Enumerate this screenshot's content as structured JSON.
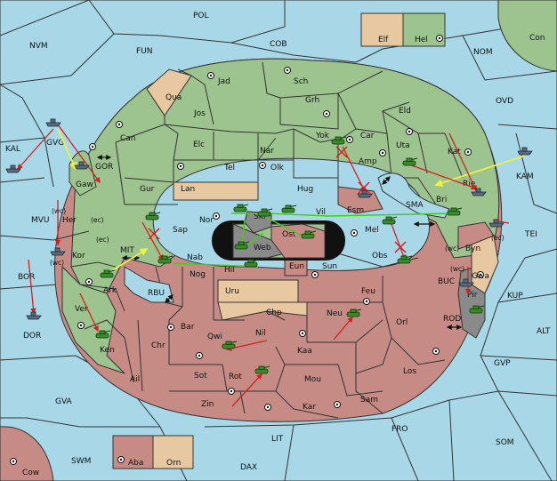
{
  "colors": {
    "sea": "#a8d8e8",
    "green": "#9dc38f",
    "red": "#c68b84",
    "tan": "#e8c8a0",
    "grey": "#8a8a8a",
    "arrow_red": "#d42020",
    "arrow_green": "#44cc22",
    "arrow_yellow": "#f0f040"
  },
  "labels": {
    "pol": "POL",
    "nvm": "NVM",
    "fun": "FUN",
    "cob": "COB",
    "nom": "NOM",
    "con": "Con",
    "elf": "Elf",
    "hel": "Hel",
    "ovd": "OVD",
    "kal": "KAL",
    "kam": "KAM",
    "tei": "TEI",
    "bor": "BOR",
    "dor": "DOR",
    "mvu": "MVU",
    "mit": "MIT",
    "rbu": "RBU",
    "sma": "SMA",
    "buc": "BUC",
    "rod": "ROD",
    "kup": "KUP",
    "alt": "ALT",
    "gvp": "GVP",
    "gva": "GVA",
    "fro": "FRO",
    "som": "SOM",
    "lit": "LIT",
    "swm": "SWM",
    "dax": "DAX",
    "cow": "Cow",
    "aba": "Aba",
    "orn": "Orn",
    "gor": "GOR",
    "gvg": "GVG",
    "jad": "Jad",
    "sch": "Sch",
    "qua": "Qua",
    "jos": "Jos",
    "grh": "Grh",
    "eld": "Eld",
    "can": "Can",
    "elc": "Elc",
    "nar": "Nar",
    "yok": "Yok",
    "car": "Car",
    "uta": "Uta",
    "kat": "Kat",
    "tel": "Tel",
    "olk": "Olk",
    "amp": "Amp",
    "gur": "Gur",
    "lan": "Lan",
    "hug": "Hug",
    "rie": "Rie",
    "bri": "Bri",
    "esm": "Esm",
    "gaw": "Gaw",
    "her": "Her",
    "sap": "Sap",
    "nor": "Nor",
    "skr": "Skr",
    "vil": "Vil",
    "web": "Web",
    "ost": "Ost",
    "mel": "Mel",
    "byn": "Byn",
    "kor": "Kor",
    "nab": "Nab",
    "eun": "Eun",
    "sun": "Sun",
    "obs": "Obs",
    "gwa": "Gwa",
    "ark": "Ark",
    "nog": "Nog",
    "hil": "Hil",
    "pir": "Pir",
    "uru": "Uru",
    "feu": "Feu",
    "ver": "Ver",
    "chp": "Chp",
    "neu": "Neu",
    "orl": "Orl",
    "bar": "Bar",
    "qwi": "Qwi",
    "nil": "Nil",
    "ken": "Ken",
    "chr": "Chr",
    "kaa": "Kaa",
    "los": "Los",
    "ail": "Ail",
    "sot": "Sot",
    "rot": "Rot",
    "mou": "Mou",
    "zin": "Zin",
    "kar": "Kar",
    "sam": "Sam",
    "wc": "(wc)",
    "ec": "(ec)"
  }
}
